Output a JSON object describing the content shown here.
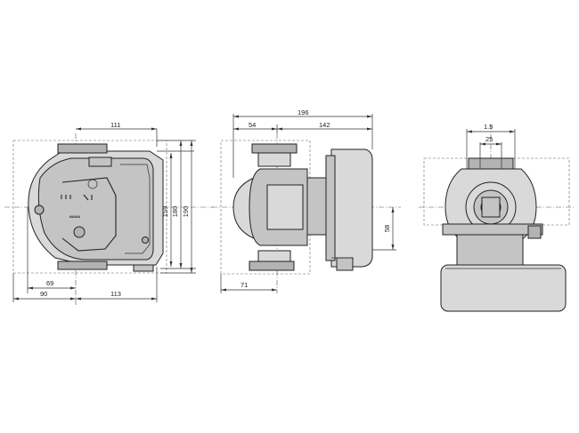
{
  "dimensions": {
    "front": {
      "top_width": "111",
      "height_159": "159",
      "height_180": "180",
      "height_190": "190",
      "left_69": "69",
      "left_90": "90",
      "right_113": "113"
    },
    "side": {
      "overall": "196",
      "left_54": "54",
      "right_142": "142",
      "vertical_58": "58",
      "bottom_71": "71"
    },
    "end": {
      "top_1_5": "1.5",
      "inner_25": "25"
    }
  },
  "labels": {
    "brand": "MAGNA"
  }
}
